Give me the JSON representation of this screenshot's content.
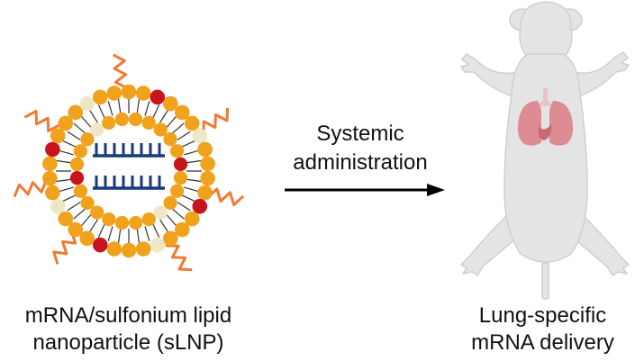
{
  "captions": {
    "lnp_line1": "mRNA/sulfonium lipid",
    "lnp_line2": "nanoparticle (sLNP)",
    "arrow_line1": "Systemic",
    "arrow_line2": "administration",
    "result_line1": "Lung-specific",
    "result_line2": "mRNA delivery"
  },
  "icons": {
    "nanoparticle": "lipid-nanoparticle-icon",
    "mrna": "mrna-strand-icon",
    "peg": "peg-chain-icon",
    "arrow": "right-arrow-icon",
    "mouse": "mouse-icon",
    "lungs": "lungs-icon"
  },
  "colors": {
    "outer_lipid": "#F0A21C",
    "sulfonium_lipid": "#C8141C",
    "helper_lipid": "#EEE7C4",
    "peg_chain": "#F07A34",
    "mrna": "#1A3A7A",
    "mouse_body": "#E4E4E4",
    "mouse_outline": "#CFCFCF",
    "lungs": "#DE8C93",
    "arrow": "#000000"
  }
}
